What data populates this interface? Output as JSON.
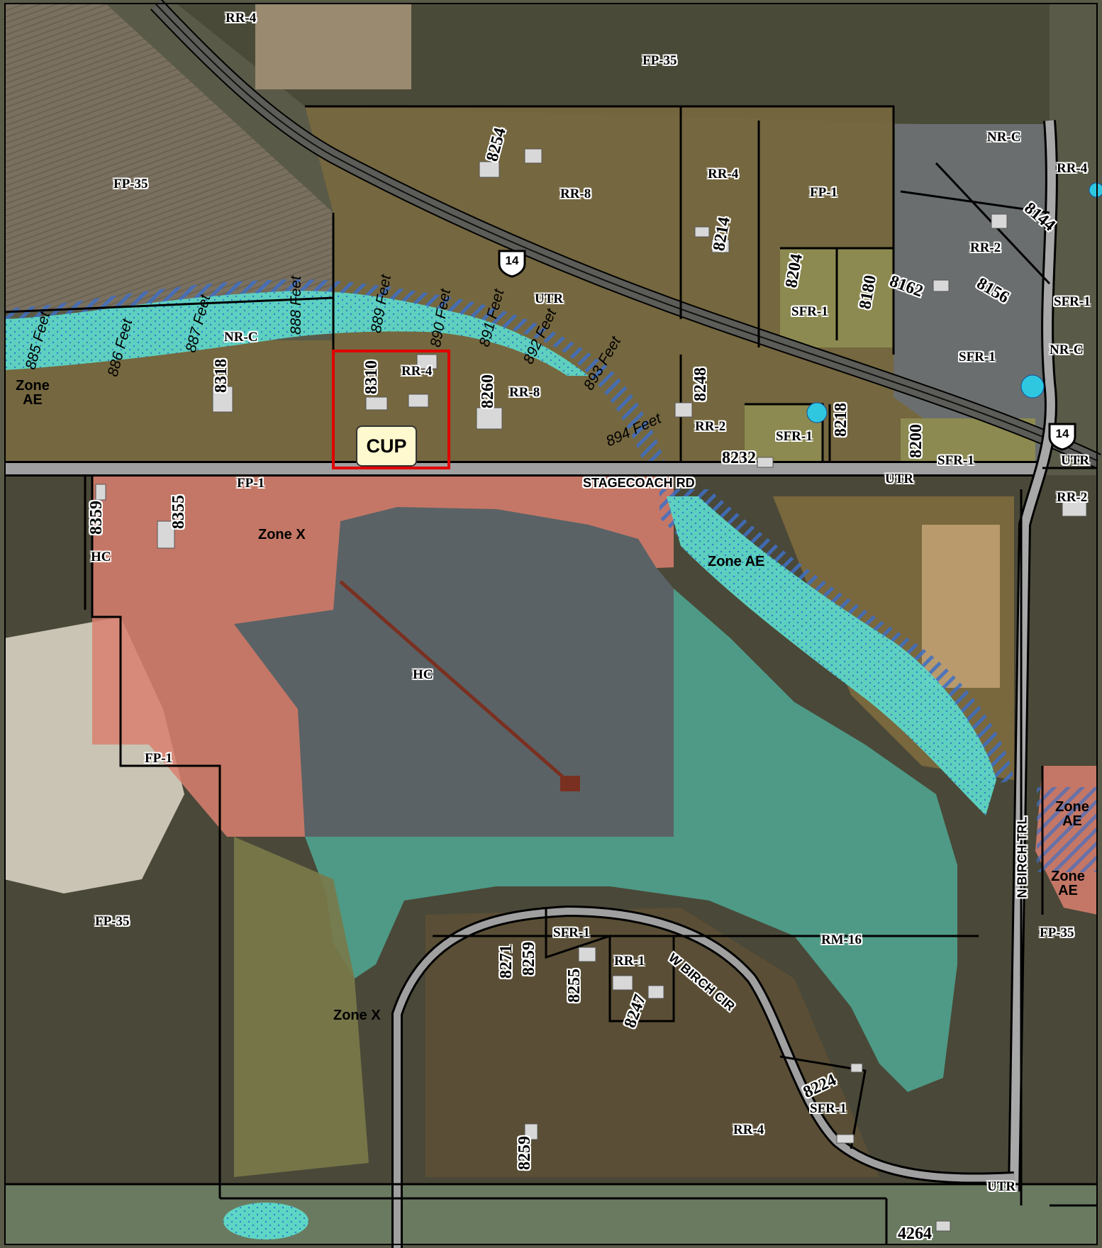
{
  "map": {
    "zoning_labels": [
      {
        "id": "rr4-top",
        "text": "RR-4"
      },
      {
        "id": "fp35-top",
        "text": "FP-35"
      },
      {
        "id": "fp35-left",
        "text": "FP-35"
      },
      {
        "id": "rr8",
        "text": "RR-8"
      },
      {
        "id": "rr4-ne",
        "text": "RR-4"
      },
      {
        "id": "fp1-ne",
        "text": "FP-1"
      },
      {
        "id": "nrc-ne",
        "text": "NR-C"
      },
      {
        "id": "rr4-far-ne",
        "text": "RR-4"
      },
      {
        "id": "rr2-ne",
        "text": "RR-2"
      },
      {
        "id": "utr-top",
        "text": "UTR"
      },
      {
        "id": "nrc-left",
        "text": "NR-C"
      },
      {
        "id": "sfr1-a",
        "text": "SFR-1"
      },
      {
        "id": "sfr1-b",
        "text": "SFR-1"
      },
      {
        "id": "sfr1-c",
        "text": "SFR-1"
      },
      {
        "id": "nrc-right",
        "text": "NR-C"
      },
      {
        "id": "rr4-cup",
        "text": "RR-4"
      },
      {
        "id": "rr8-b",
        "text": "RR-8"
      },
      {
        "id": "rr2-b",
        "text": "RR-2"
      },
      {
        "id": "sfr1-d",
        "text": "SFR-1"
      },
      {
        "id": "sfr1-e",
        "text": "SFR-1"
      },
      {
        "id": "utr-mid",
        "text": "UTR"
      },
      {
        "id": "utr-right",
        "text": "UTR"
      },
      {
        "id": "fp1-road",
        "text": "FP-1"
      },
      {
        "id": "rr-right",
        "text": "RR-2"
      },
      {
        "id": "hc-left",
        "text": "HC"
      },
      {
        "id": "hc-lake",
        "text": "HC"
      },
      {
        "id": "fp1-left",
        "text": "FP-1"
      },
      {
        "id": "fp35-sw",
        "text": "FP-35"
      },
      {
        "id": "sfr1-f",
        "text": "SFR-1"
      },
      {
        "id": "rr1",
        "text": "RR-1"
      },
      {
        "id": "rm16",
        "text": "RM-16"
      },
      {
        "id": "fp35-se",
        "text": "FP-35"
      },
      {
        "id": "rr4-south",
        "text": "RR-4"
      },
      {
        "id": "sfr1-g",
        "text": "SFR-1"
      },
      {
        "id": "utr-se",
        "text": "UTR"
      }
    ],
    "flood_labels": [
      {
        "id": "zone-ae-left",
        "text": "Zone AE"
      },
      {
        "id": "zone-x-top",
        "text": "Zone X"
      },
      {
        "id": "zone-ae-mid",
        "text": "Zone AE"
      },
      {
        "id": "zone-x-bottom",
        "text": "Zone X"
      },
      {
        "id": "zone-ae-right1",
        "text": "Zone AE"
      },
      {
        "id": "zone-ae-right2",
        "text": "Zone AE"
      }
    ],
    "contour_labels": [
      "885 Feet",
      "886 Feet",
      "887 Feet",
      "888 Feet",
      "889 Feet",
      "890 Feet",
      "891 Feet",
      "892 Feet",
      "893 Feet",
      "894 Feet"
    ],
    "addresses": [
      "8254",
      "8214",
      "8204",
      "8180",
      "8162",
      "8144",
      "8156",
      "8318",
      "8310",
      "8260",
      "8248",
      "8218",
      "8200",
      "8232",
      "8359",
      "8355",
      "8271",
      "8259",
      "8255",
      "8247",
      "8224",
      "8259",
      "4264"
    ],
    "roads": {
      "stagecoach": "STAGECOACH RD",
      "birch_trl": "N BIRCH TRL",
      "birch_cir": "W BIRCH CIR",
      "highway": "14"
    },
    "cup_label": "CUP",
    "colors": {
      "ag_field": "#6e6658",
      "wooded": "#4f4a38",
      "rural_tint": "#8a7640",
      "floodplain": "#5ed6c4",
      "hatch": "#3e6fc4",
      "industrial": "#d9806e",
      "water": "#5a6266",
      "rm_water": "#4e9a86",
      "parcel_line": "#000000",
      "cup_outline": "#e00000"
    }
  }
}
